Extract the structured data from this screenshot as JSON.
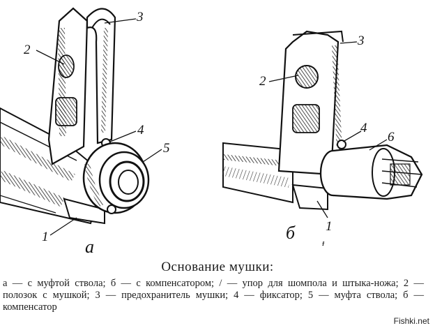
{
  "figure": {
    "labels_a": [
      "1",
      "2",
      "3",
      "4",
      "5"
    ],
    "labels_b": [
      "1",
      "2",
      "3",
      "4",
      "6"
    ],
    "panel_a": "а",
    "panel_b": "б",
    "marks_char": "ᵻ"
  },
  "caption": {
    "title": "Основание мушки:",
    "body": "а — с муфтой ствола; б — с компенсатором; / — упор для шомпола и штыка-ножа; 2 — полозок с мушкой; 3 — предохранитель мушки; 4 — фиксатор; 5 — муфта ствола; б — компенсатор"
  },
  "watermark": "Fishki.net"
}
